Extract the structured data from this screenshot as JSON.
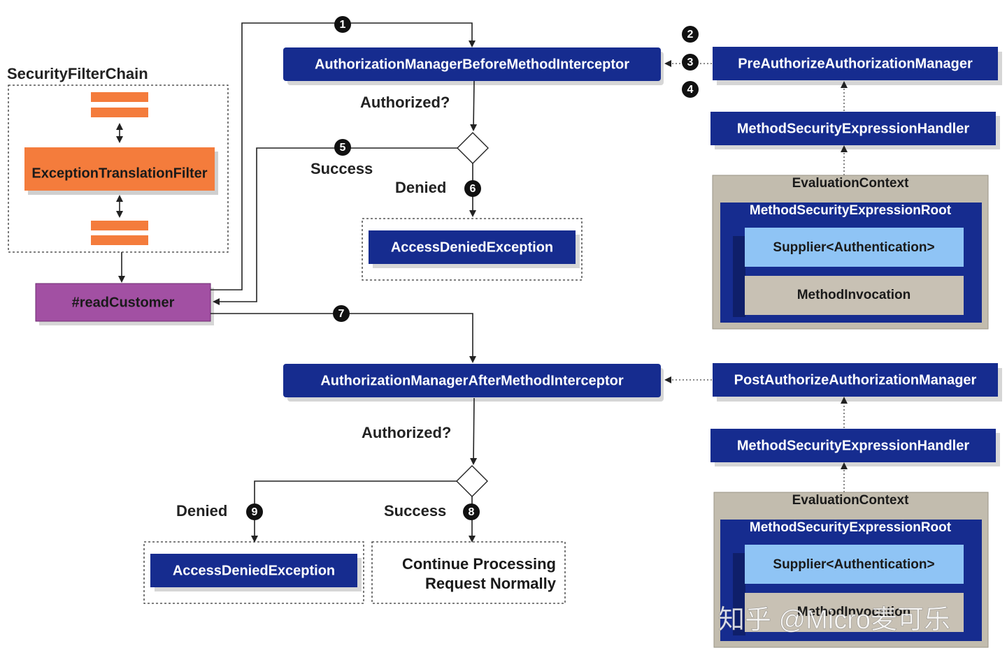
{
  "colors": {
    "navy": "#162c8f",
    "orange": "#f47c3c",
    "purple": "#a250a3",
    "light_blue": "#8fc4f5",
    "tan": "#c8c1b4",
    "eval_bg": "#c2bcae"
  },
  "security_filter_chain": {
    "title": "SecurityFilterChain",
    "exception_filter": "ExceptionTranslationFilter"
  },
  "read_customer": "#readCustomer",
  "before_interceptor": "AuthorizationManagerBeforeMethodInterceptor",
  "after_interceptor": "AuthorizationManagerAfterMethodInterceptor",
  "pre_authorize_manager": "PreAuthorizeAuthorizationManager",
  "post_authorize_manager": "PostAuthorizeAuthorizationManager",
  "expression_handler_top": "MethodSecurityExpressionHandler",
  "expression_handler_bottom": "MethodSecurityExpressionHandler",
  "eval_context_top": {
    "title": "EvaluationContext",
    "root": "MethodSecurityExpressionRoot",
    "supplier": "Supplier<Authentication>",
    "invocation": "MethodInvocation"
  },
  "eval_context_bottom": {
    "title": "EvaluationContext",
    "root": "MethodSecurityExpressionRoot",
    "supplier": "Supplier<Authentication>",
    "invocation": "MethodInvocation"
  },
  "labels": {
    "authorized_top": "Authorized?",
    "success_top": "Success",
    "denied_top": "Denied",
    "authorized_bottom": "Authorized?",
    "denied_bottom": "Denied",
    "success_bottom": "Success"
  },
  "access_denied_top": "AccessDeniedException",
  "access_denied_bottom": "AccessDeniedException",
  "continue_processing": {
    "line1": "Continue Processing",
    "line2": "Request Normally"
  },
  "step_numbers": [
    "1",
    "2",
    "3",
    "4",
    "5",
    "6",
    "7",
    "8",
    "9"
  ],
  "watermark": "知乎 @Micro麦可乐"
}
